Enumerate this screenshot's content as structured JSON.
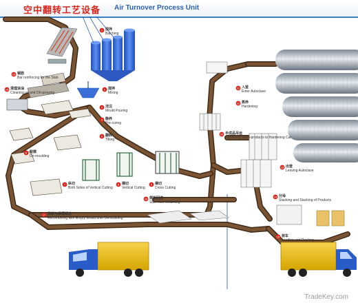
{
  "title_cn": "空中翻转工艺设备",
  "title_en": "Air Turnover Process Unit",
  "watermark": "TradeKey.com",
  "colors": {
    "track": "#6b4a2f",
    "track_edge": "#3f2a18",
    "marker": "#d8261c",
    "silo": "#3a6fd8",
    "truck_cab": "#2a5cc8",
    "truck_box": "#e5b800",
    "pipe": "#a9b2bd"
  },
  "steps": [
    {
      "num": "1",
      "cn": "搅拌",
      "en": "Batching"
    },
    {
      "num": "2",
      "cn": "搅拌",
      "en": "Mixing"
    },
    {
      "num": "3",
      "cn": "浇注",
      "en": "Mould Pouring"
    },
    {
      "num": "4",
      "cn": "静养",
      "en": "Pre-curing"
    },
    {
      "num": "5",
      "cn": "翻转",
      "en": "Tilting"
    },
    {
      "num": "6",
      "cn": "脱模",
      "en": "De-moulding"
    },
    {
      "num": "7",
      "cn": "纵切",
      "en": "Both Sides of Vertical Cutting"
    },
    {
      "num": "8",
      "cn": "横切",
      "en": "Vertical Cutting"
    },
    {
      "num": "9",
      "cn": "横切",
      "en": "Cross Cutting"
    },
    {
      "num": "10",
      "cn": "半成品吊运",
      "en": "Hardening Semi-products to Hardening Car"
    },
    {
      "num": "11",
      "cn": "入釜",
      "en": "Enter Autoclave"
    },
    {
      "num": "12",
      "cn": "蒸养",
      "en": "Hardening"
    },
    {
      "num": "13",
      "cn": "出釜",
      "en": "Leaving Autoclave"
    },
    {
      "num": "14",
      "cn": "分垛",
      "en": "Stacking and Stacking of Products"
    },
    {
      "num": "15",
      "cn": "装车",
      "en": "Loading and Packing"
    },
    {
      "num": "16",
      "cn": "侧板回送",
      "en": "Side Turn Returning"
    },
    {
      "num": "17",
      "cn": "侧板与模框组合",
      "en": "Recombining with Empty Mould after Demoulding"
    },
    {
      "num": "18",
      "cn": "清理涂油",
      "en": "Cleaning up and Oil spraying"
    },
    {
      "num": "19",
      "cn": "钢筋",
      "en": "Bar reinforcing for the Slab"
    }
  ]
}
